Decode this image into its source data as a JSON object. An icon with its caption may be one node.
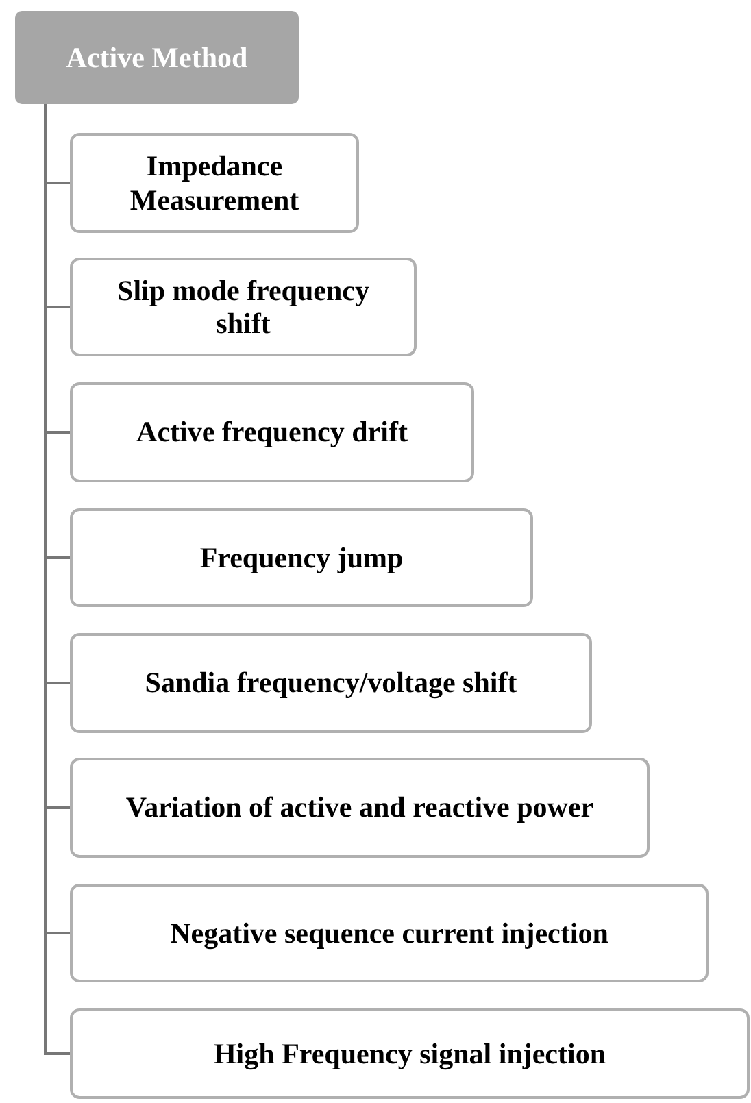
{
  "diagram": {
    "nodes": [
      {
        "text": [
          "Active Method"
        ]
      },
      {
        "text": [
          "Impedance Measurement"
        ]
      },
      {
        "text": [
          "Slip mode frequency shift"
        ]
      },
      {
        "text": [
          "Active frequency drift"
        ]
      },
      {
        "text": [
          "Frequency jump"
        ]
      },
      {
        "text": [
          "Sandia frequency/voltage shift"
        ]
      },
      {
        "text": [
          "Variation of active and reactive power"
        ]
      },
      {
        "text": [
          "Negative sequence current injection"
        ]
      },
      {
        "text": [
          "High Frequency signal injection"
        ]
      }
    ],
    "edges": [
      {
        "from": 0,
        "to": 1,
        "arrow": "none"
      },
      {
        "from": 0,
        "to": 2,
        "arrow": "none"
      },
      {
        "from": 0,
        "to": 3,
        "arrow": "none"
      },
      {
        "from": 0,
        "to": 4,
        "arrow": "none"
      },
      {
        "from": 0,
        "to": 5,
        "arrow": "none"
      },
      {
        "from": 0,
        "to": 6,
        "arrow": "none"
      },
      {
        "from": 0,
        "to": 7,
        "arrow": "none"
      },
      {
        "from": 0,
        "to": 8,
        "arrow": "none"
      }
    ]
  }
}
